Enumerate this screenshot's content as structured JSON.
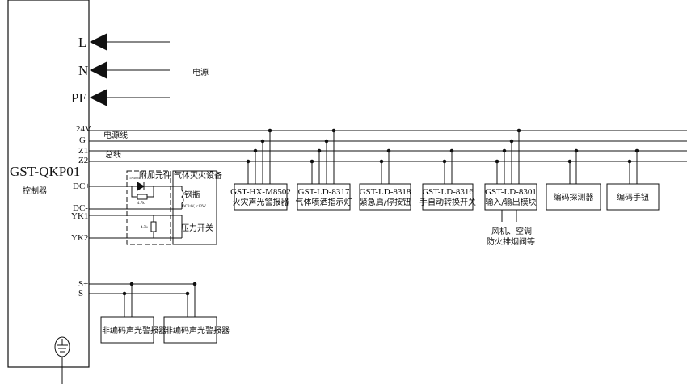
{
  "controller": {
    "model": "GST-QKP01",
    "name": "控制器"
  },
  "power": {
    "label": "电源",
    "terminals": [
      "L",
      "N",
      "PE"
    ]
  },
  "bus": {
    "terminals": [
      "24V",
      "G",
      "Z1",
      "Z2"
    ],
    "power_line_label": "电源线",
    "bus_line_label": "总线"
  },
  "extinguisher": {
    "terminals": [
      "DC+",
      "DC-",
      "YK1",
      "YK2"
    ],
    "addon_title": "附加元件",
    "diode_label": "1N4004",
    "resistor1_label": "4.7k",
    "resistor2_label": "4.7k",
    "equipment_title": "气体灭火设备",
    "valve_label": "钢瓶",
    "valve_spec": "DC24V, ≤12W",
    "pressure_switch_label": "压力开关"
  },
  "devices": [
    {
      "model": "GST-HX-M8502",
      "name": "火灾声光警报器"
    },
    {
      "model": "GST-LD-8317",
      "name": "气体喷洒指示灯"
    },
    {
      "model": "GST-LD-8318",
      "name": "紧急启/停按钮"
    },
    {
      "model": "GST-LD-8316",
      "name": "手自动转换开关"
    },
    {
      "model": "GST-LD-8301",
      "name": "输入/输出模块"
    },
    {
      "model": "",
      "name": "编码探测器"
    },
    {
      "model": "",
      "name": "编码手钮"
    }
  ],
  "module_output": {
    "line1": "风机、空调",
    "line2": "防火排烟阀等"
  },
  "sounder": {
    "terminals": [
      "S+",
      "S-"
    ],
    "devices": [
      {
        "name": "非编码声光警报器"
      },
      {
        "name": "非编码声光警报器"
      }
    ]
  }
}
